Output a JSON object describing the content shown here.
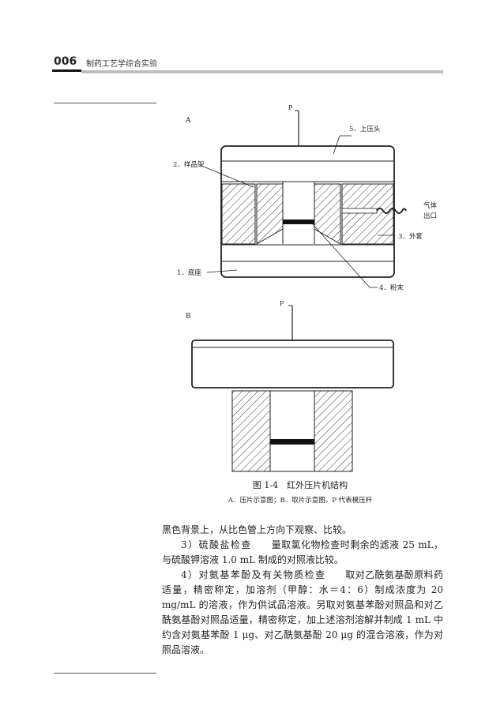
{
  "header": {
    "page_number": "006",
    "book_title": "制药工艺学综合实验"
  },
  "figure": {
    "panel_a": {
      "label": "A",
      "p_label": "P",
      "labels": {
        "upper_punch": "5．上压头",
        "sample_holder": "2．样品架",
        "gas_outlet_line1": "气体",
        "gas_outlet_line2": "出口",
        "outer_sleeve": "3．外套",
        "base": "1．底座",
        "powder": "4．粉末"
      }
    },
    "panel_b": {
      "label": "B",
      "p_label": "P"
    },
    "caption_title": "图 1-4　红外压片机结构",
    "caption_note": "A．压片示意图；B．取片示意图。P 代表模压杆"
  },
  "body": {
    "line1": "黑色背景上，从比色管上方向下观察、比较。",
    "item3_heading": "3）硫酸盐检查",
    "item3_text": "量取氯化物检查时剩余的滤液 25 mL，与硫酸钾溶液 1.0 mL 制成的对照液比较。",
    "item4_heading": "4）对氨基苯酚及有关物质检查",
    "item4_text": "取对乙酰氨基酚原料药适量，精密称定，加溶剂（甲醇：水＝4：6）制成浓度为 20 mg/mL 的溶液，作为供试品溶液。另取对氨基苯酚对照品和对乙酰氨基酚对照品适量，精密称定，加上述溶剂溶解并制成 1 mL 中约含对氨基苯酚 1 μg、对乙酰氨基酚 20 μg 的混合溶液，作为对照品溶液。"
  }
}
